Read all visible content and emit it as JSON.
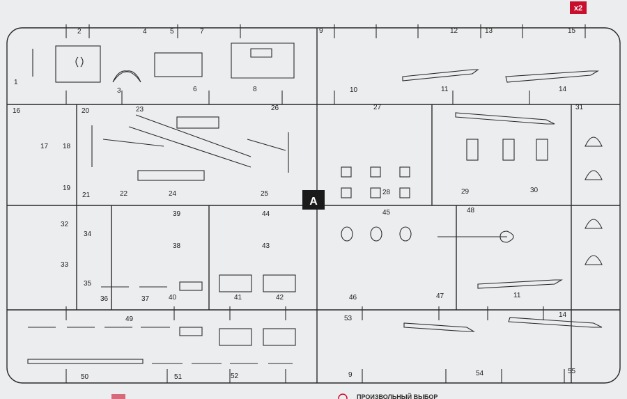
{
  "sprue": {
    "letter": "A",
    "multiplier": "x2",
    "footer_text": "ПРОИЗВОЛЬНЫЙ ВЫБОР"
  },
  "colors": {
    "background": "#ecedef",
    "line": "#2a2a2a",
    "badge": "#c8102e",
    "letter_box": "#1a1a1a"
  },
  "labels": [
    "1",
    "2",
    "3",
    "4",
    "5",
    "6",
    "7",
    "8",
    "9",
    "10",
    "11",
    "12",
    "13",
    "14",
    "15",
    "16",
    "17",
    "18",
    "19",
    "20",
    "21",
    "22",
    "23",
    "24",
    "25",
    "26",
    "27",
    "28",
    "29",
    "30",
    "31",
    "32",
    "33",
    "34",
    "35",
    "36",
    "37",
    "38",
    "39",
    "40",
    "41",
    "42",
    "43",
    "44",
    "45",
    "46",
    "47",
    "48",
    "49",
    "50",
    "51",
    "52",
    "53",
    "54",
    "55",
    "11",
    "14",
    "9"
  ]
}
